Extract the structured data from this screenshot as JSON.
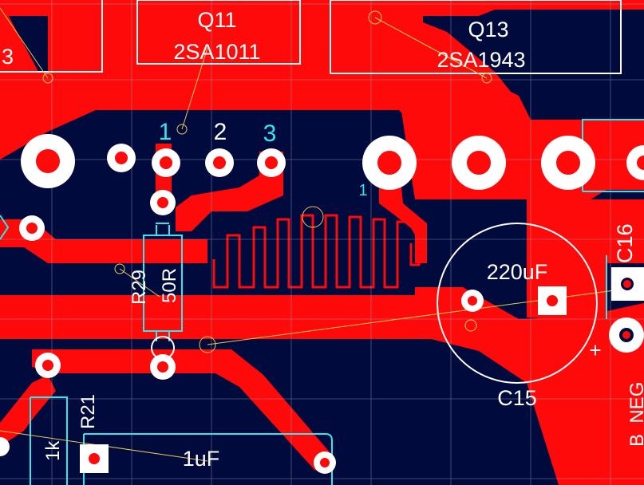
{
  "colors": {
    "board": "#000a3c",
    "copper": "#ff0a0a",
    "silk_white": "#ffffff",
    "silk_cyan": "#33e6ee",
    "grid": "#9aa0b8",
    "ratsnest": "#e6c85a"
  },
  "labels": {
    "q11_ref": "Q11",
    "q11_value": "2SA1011",
    "q13_ref": "Q13",
    "q13_value": "2SA1943",
    "q11_left_partial": "3",
    "pin1": "1",
    "pin2": "2",
    "pin3": "3",
    "q13_pin1": "1",
    "c15_value": "220uF",
    "c15_ref": "C15",
    "c15_plus": "+",
    "c16_ref": "C16",
    "r29_ref": "R29",
    "r29_value": "50R",
    "r21_ref": "R21",
    "r21_value": "1k",
    "cap_1uf_value": "1uF",
    "neg_partial": "B_NEG"
  }
}
